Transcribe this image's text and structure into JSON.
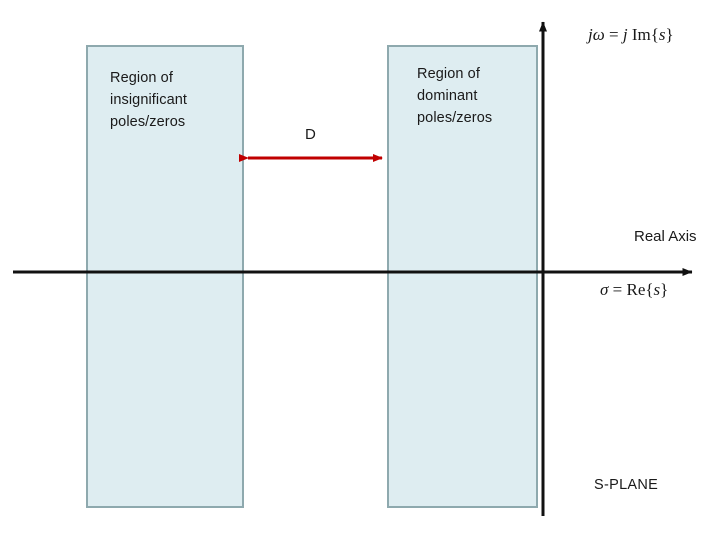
{
  "diagram": {
    "title": "S-PLANE",
    "type": "s-plane pole/zero dominance region diagram",
    "background_color": "#ffffff"
  },
  "regions": [
    {
      "id": "insignificant",
      "label": "Region of\ninsignificant\npoles/zeros",
      "fill_color": "#deedf1",
      "border_color": "#8ea9ae"
    },
    {
      "id": "dominant",
      "label": "Region of\ndominant\npoles/zeros",
      "fill_color": "#deedf1",
      "border_color": "#8ea9ae"
    }
  ],
  "axes": {
    "imaginary_label": "jω = j Im{s}",
    "imaginary_parts": {
      "j1": "j",
      "omega": "ω",
      "equals": "=",
      "j2": "j",
      "im": "Im",
      "brace_open": "{",
      "s": "s",
      "brace_close": "}"
    },
    "real_axis_name": "Real Axis",
    "real_label": "σ = Re{s}",
    "real_parts": {
      "sigma": "σ",
      "equals": "=",
      "re": "Re",
      "brace_open": "{",
      "s": "s",
      "brace_close": "}"
    },
    "line_color": "#000000"
  },
  "measurement": {
    "label": "D",
    "arrow_color": "#c00000",
    "description": "double-headed separation arrow between regions"
  },
  "plane_label": "S-PLANE"
}
